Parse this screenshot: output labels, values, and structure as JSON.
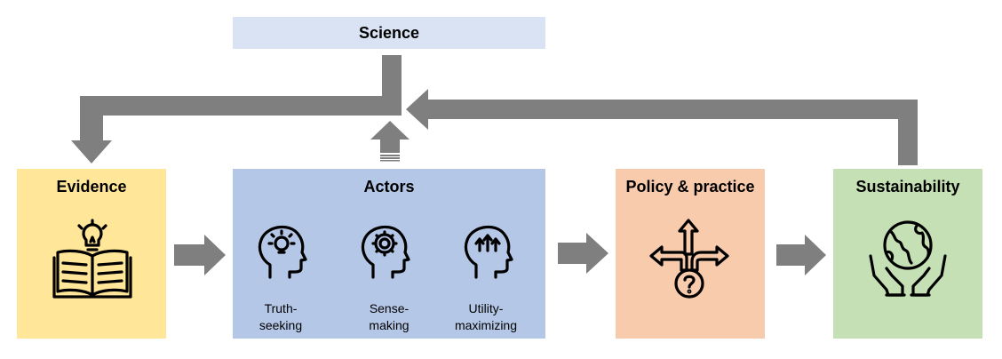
{
  "colors": {
    "science_bg": "#dae3f3",
    "evidence_bg": "#ffe699",
    "actors_bg": "#b4c7e7",
    "policy_bg": "#f8cbad",
    "sustainability_bg": "#c5e0b4",
    "arrow": "#7f7f7f"
  },
  "science": {
    "label": "Science"
  },
  "evidence": {
    "label": "Evidence",
    "icon": "book-lightbulb-icon"
  },
  "actors": {
    "label": "Actors",
    "items": [
      {
        "icon": "head-lightbulb-icon",
        "label_line1": "Truth-",
        "label_line2": "seeking"
      },
      {
        "icon": "head-gear-icon",
        "label_line1": "Sense-",
        "label_line2": "making"
      },
      {
        "icon": "head-arrows-up-icon",
        "label_line1": "Utility-",
        "label_line2": "maximizing"
      }
    ]
  },
  "policy": {
    "label": "Policy & practice",
    "icon": "crossroads-question-icon"
  },
  "sustainability": {
    "label": "Sustainability",
    "icon": "globe-hands-icon"
  }
}
